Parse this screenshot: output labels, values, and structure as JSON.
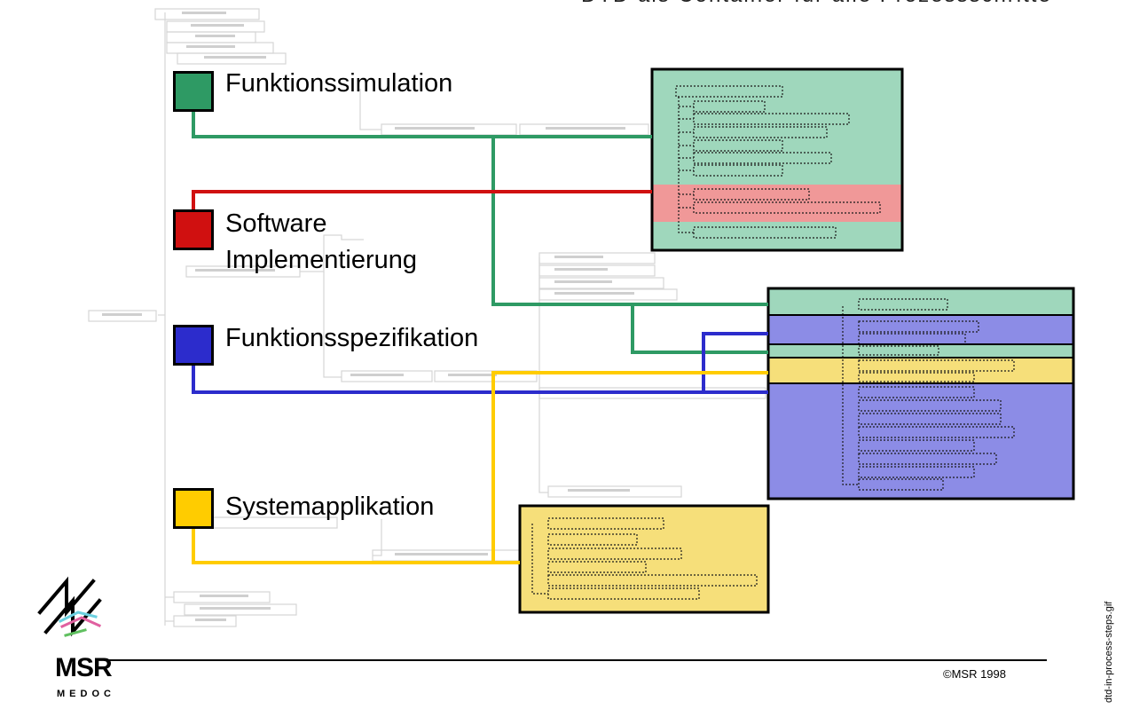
{
  "header": {
    "cut_title": "DTD als Container für alle Prozessschritte"
  },
  "steps": [
    {
      "id": "funktionssimulation",
      "label": "Funktionssimulation",
      "color": "#2e9a64"
    },
    {
      "id": "software",
      "label_line1": "Software",
      "label_line2": "Implementierung",
      "color": "#d01010"
    },
    {
      "id": "funktionsspezifikation",
      "label": "Funktionsspezifikation",
      "color": "#2c2ccc"
    },
    {
      "id": "systemapplikation",
      "label": "Systemapplikation",
      "color": "#ffcc00"
    }
  ],
  "footer": {
    "copyright": "©MSR 1998"
  },
  "logo": {
    "name": "MSR",
    "sub": "MEDOC"
  },
  "sidebar_file": "dtd-in-process-steps.gif",
  "colors": {
    "green": "#2e9a64",
    "red": "#d01010",
    "blue": "#2c2ccc",
    "yellow": "#ffcc00",
    "green_fill": "#9fd7bc",
    "red_fill": "#f09898",
    "blue_fill": "#8c8ce6",
    "yellow_fill": "#f6df7a",
    "ghost": "#d3d3d3"
  }
}
